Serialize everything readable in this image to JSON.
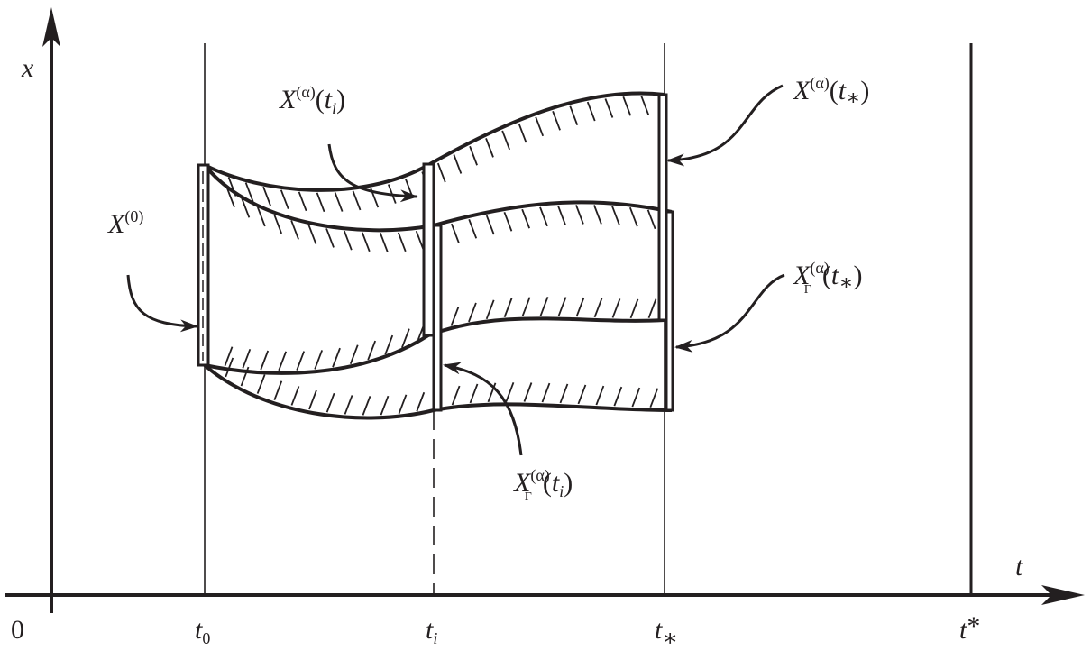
{
  "axes": {
    "x_label": "t",
    "y_label": "x",
    "origin": "0"
  },
  "ticks": {
    "t0": {
      "base": "t",
      "sub": "0"
    },
    "ti": {
      "base": "t",
      "sub": "i"
    },
    "tstar_low": {
      "base": "t",
      "sub": "∗"
    },
    "tstar_up": {
      "base": "t",
      "sup": "*"
    }
  },
  "labels": {
    "X0": {
      "base": "X",
      "sup": "(0)"
    },
    "Xa_ti": {
      "base": "X",
      "sup": "(α)",
      "open": "(",
      "arg": "t",
      "argsub": "i",
      "close": ")"
    },
    "Xa_ts": {
      "base": "X",
      "sup": "(α)",
      "open": "(",
      "arg": "t",
      "argsub": "∗",
      "close": ")"
    },
    "XG_ts": {
      "base": "X",
      "sup": "(α)",
      "sub": "Γ",
      "open": "(",
      "arg": "t",
      "argsub": "∗",
      "close": ")"
    },
    "XG_ti": {
      "base": "X",
      "sup": "(α)",
      "sub": "Γ",
      "open": "(",
      "arg": "t",
      "argsub": "i",
      "close": ")"
    }
  }
}
